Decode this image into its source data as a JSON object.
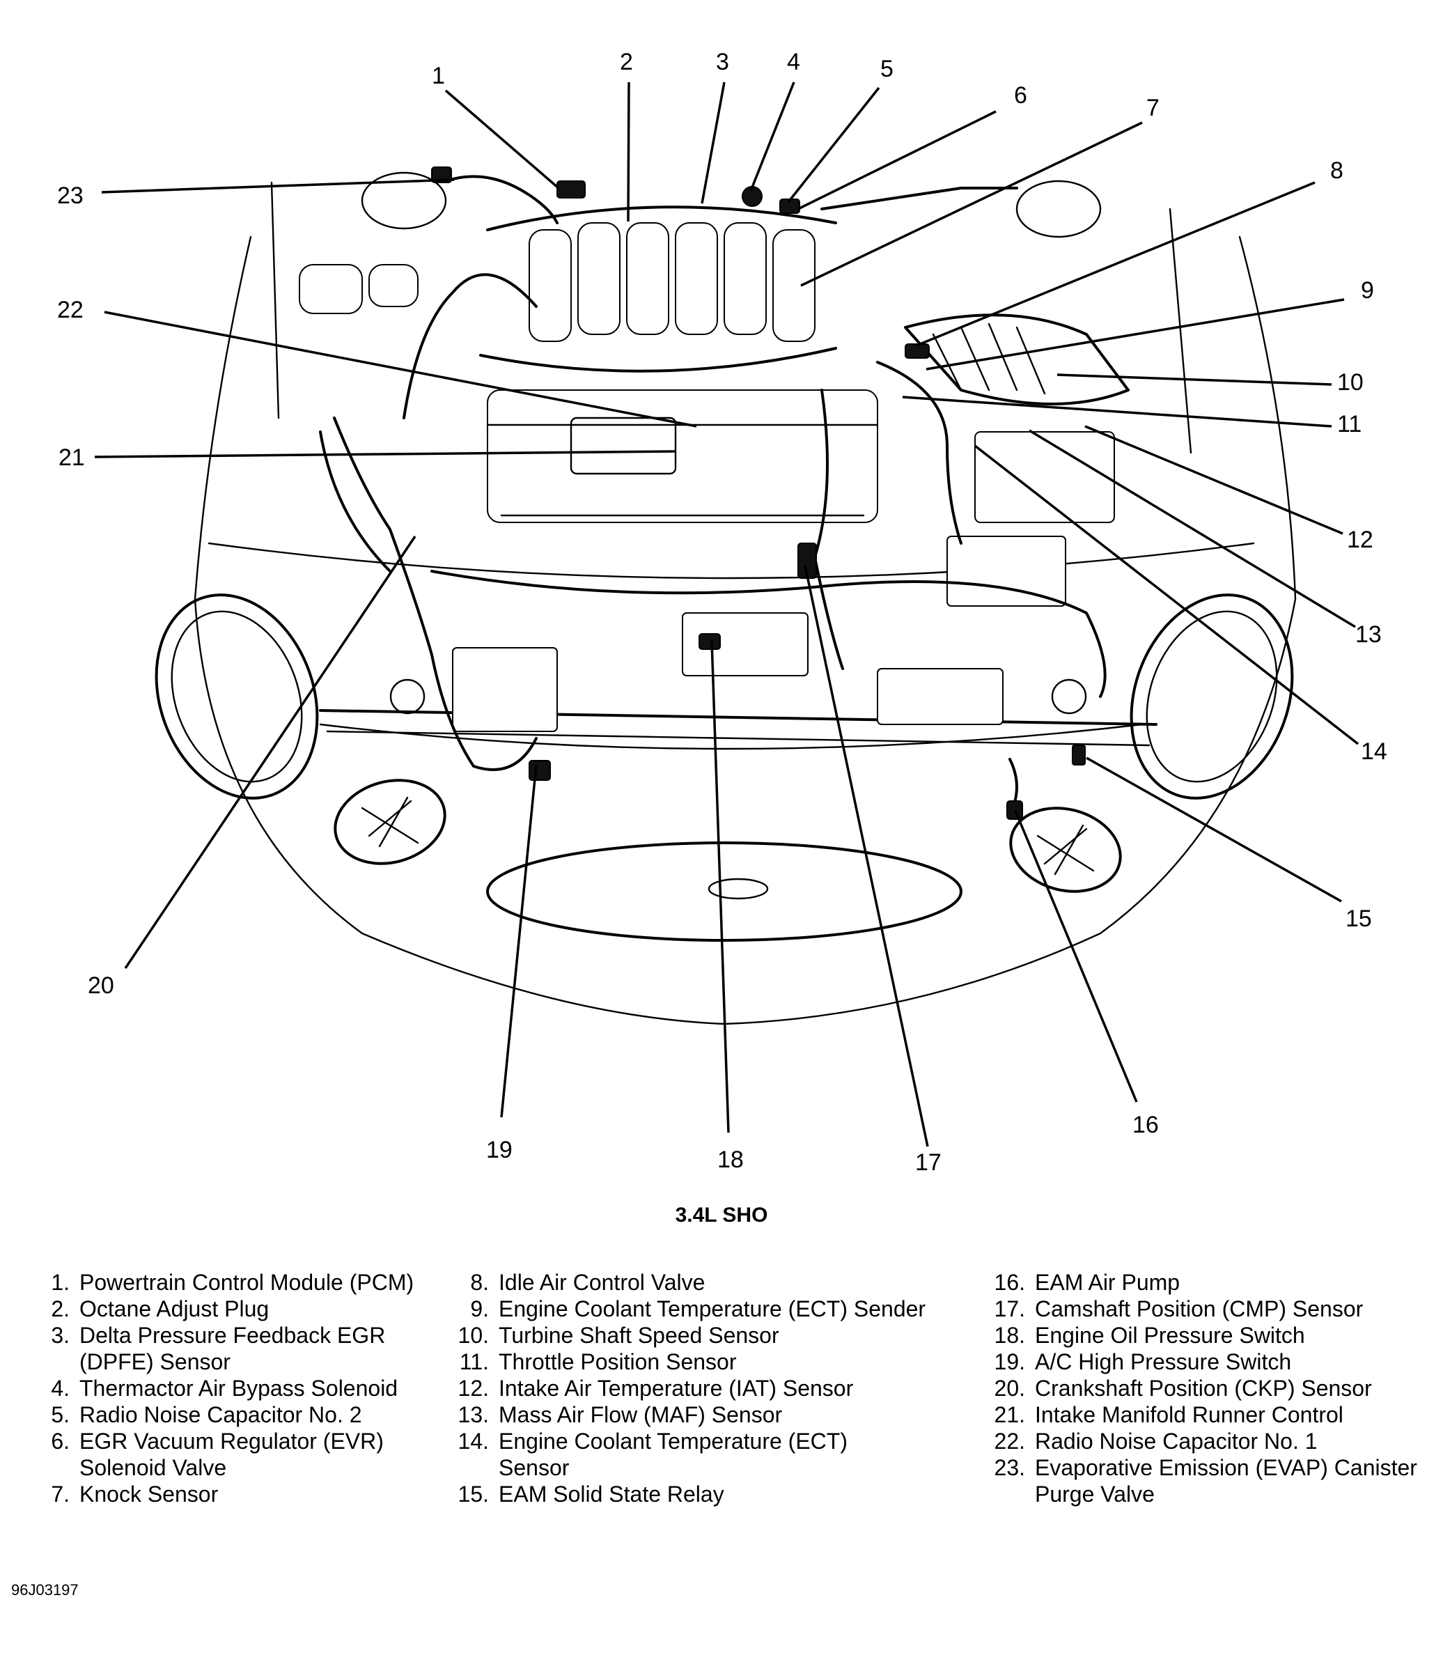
{
  "callouts": [
    "1",
    "2",
    "3",
    "4",
    "5",
    "6",
    "7",
    "8",
    "9",
    "10",
    "11",
    "12",
    "13",
    "14",
    "15",
    "16",
    "17",
    "18",
    "19",
    "20",
    "21",
    "22",
    "23"
  ],
  "title": "3.4L SHO",
  "legend": {
    "col1": [
      {
        "num": "1.",
        "text": "Powertrain Control Module (PCM)"
      },
      {
        "num": "2.",
        "text": "Octane Adjust Plug"
      },
      {
        "num": "3.",
        "text": "Delta Pressure Feedback EGR"
      },
      {
        "num": "",
        "text": "(DPFE) Sensor"
      },
      {
        "num": "4.",
        "text": "Thermactor Air Bypass Solenoid"
      },
      {
        "num": "5.",
        "text": "Radio Noise Capacitor No. 2"
      },
      {
        "num": "6.",
        "text": "EGR Vacuum Regulator (EVR)"
      },
      {
        "num": "",
        "text": "Solenoid Valve"
      },
      {
        "num": "7.",
        "text": "Knock Sensor"
      }
    ],
    "col2": [
      {
        "num": "8.",
        "text": "Idle Air Control Valve"
      },
      {
        "num": "9.",
        "text": "Engine Coolant Temperature (ECT) Sender"
      },
      {
        "num": "10.",
        "text": "Turbine Shaft Speed Sensor"
      },
      {
        "num": "11.",
        "text": "Throttle Position Sensor"
      },
      {
        "num": "12.",
        "text": "Intake Air Temperature (IAT) Sensor"
      },
      {
        "num": "13.",
        "text": "Mass Air Flow (MAF) Sensor"
      },
      {
        "num": "14.",
        "text": "Engine Coolant Temperature (ECT)"
      },
      {
        "num": "",
        "text": "Sensor"
      },
      {
        "num": "15.",
        "text": "EAM Solid State Relay"
      }
    ],
    "col3": [
      {
        "num": "16.",
        "text": "EAM Air Pump"
      },
      {
        "num": "17.",
        "text": "Camshaft Position (CMP) Sensor"
      },
      {
        "num": "18.",
        "text": "Engine Oil Pressure Switch"
      },
      {
        "num": "19.",
        "text": "A/C High Pressure Switch"
      },
      {
        "num": "20.",
        "text": "Crankshaft Position (CKP) Sensor"
      },
      {
        "num": "21.",
        "text": "Intake Manifold Runner Control"
      },
      {
        "num": "22.",
        "text": "Radio Noise Capacitor No. 1"
      },
      {
        "num": "23.",
        "text": "Evaporative Emission (EVAP) Canister"
      },
      {
        "num": "",
        "text": "Purge Valve"
      }
    ]
  },
  "figure_code": "96J03197"
}
